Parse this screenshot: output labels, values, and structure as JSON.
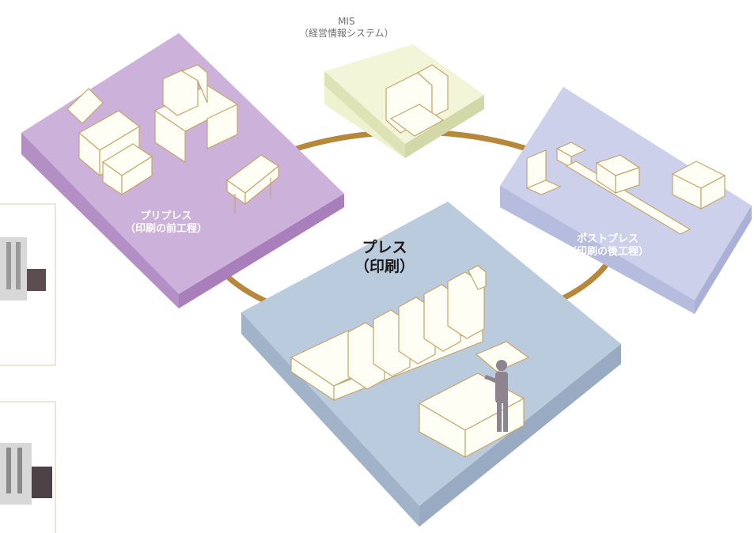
{
  "nodes": {
    "mis": {
      "title": "MIS",
      "subtitle": "（経営情報システム）"
    },
    "prepress": {
      "title": "プリプレス",
      "subtitle": "（印刷の前工程）"
    },
    "press": {
      "title": "プレス",
      "subtitle": "（印刷）"
    },
    "postpress": {
      "title": "ポストプレス",
      "subtitle": "（印刷の後工程）"
    }
  },
  "colors": {
    "mis_platform": "#eef2cf",
    "prepress_platform": "#c6a8d6",
    "press_platform": "#b4c6db",
    "postpress_platform": "#c8cce8",
    "ring": "#b7873a",
    "equipment": "#fffef4",
    "equipment_outline": "#c8a46a",
    "operator": "#8d8490"
  },
  "icons": {
    "mis": "computer-workstation-icon",
    "prepress": [
      "plate-setter-icon",
      "desktop-computer-icon",
      "large-format-printer-icon"
    ],
    "press": [
      "offset-press-icon",
      "control-console-icon",
      "operator-figure-icon"
    ],
    "postpress": [
      "cutter-icon",
      "binding-line-icon",
      "folding-machine-icon"
    ]
  }
}
